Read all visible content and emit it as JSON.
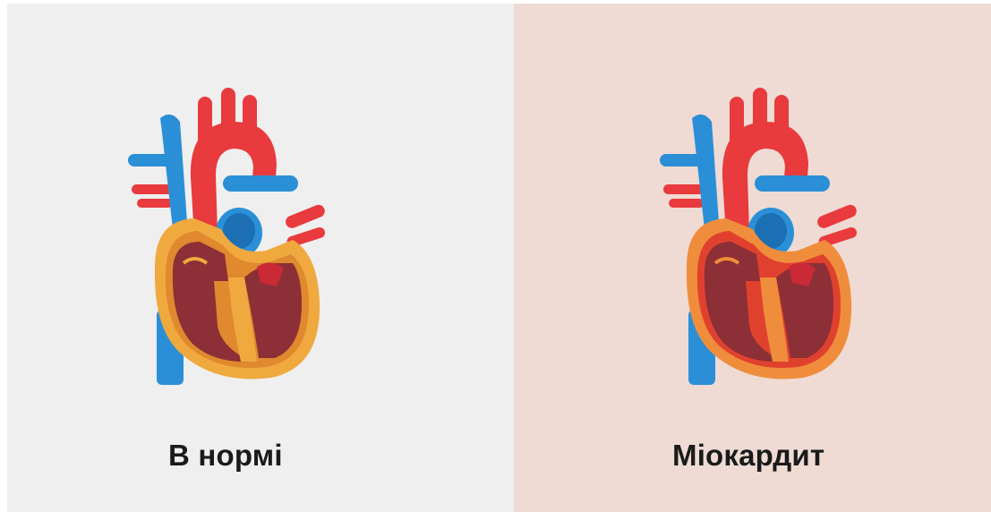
{
  "panels": [
    {
      "id": "normal",
      "label": "В нормі",
      "background": "#efefef",
      "wall_color": "#f0a93e",
      "wall_inner_color": "#e0892e",
      "chamber_color": "#8c2f36"
    },
    {
      "id": "myocarditis",
      "label": "Міокардит",
      "background": "#efdbd4",
      "wall_color": "#f08d3c",
      "wall_inner_color": "#e0412f",
      "chamber_color": "#8c2f36"
    }
  ],
  "colors": {
    "artery_red": "#e93a3d",
    "artery_red_dark": "#c92a35",
    "vein_blue": "#2a8fd6",
    "vein_blue_dark": "#1c6fb3",
    "text": "#1a1a1a"
  },
  "icons": [
    "heart-illustration"
  ]
}
